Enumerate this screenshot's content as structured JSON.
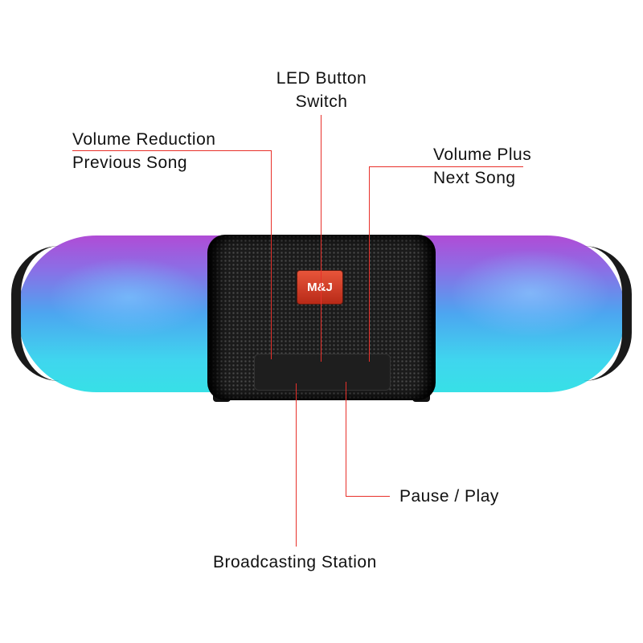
{
  "product": {
    "logo_text": "M&J"
  },
  "callouts": {
    "led": {
      "line1": "LED Button",
      "line2": "Switch"
    },
    "volume_down": {
      "line1": "Volume Reduction",
      "line2": "Previous Song"
    },
    "volume_up": {
      "line1": "Volume Plus",
      "line2": "Next Song"
    },
    "pause_play": {
      "line1": "Pause / Play"
    },
    "broadcast": {
      "line1": "Broadcasting Station"
    }
  },
  "colors": {
    "leader_line": "#e8302a"
  }
}
